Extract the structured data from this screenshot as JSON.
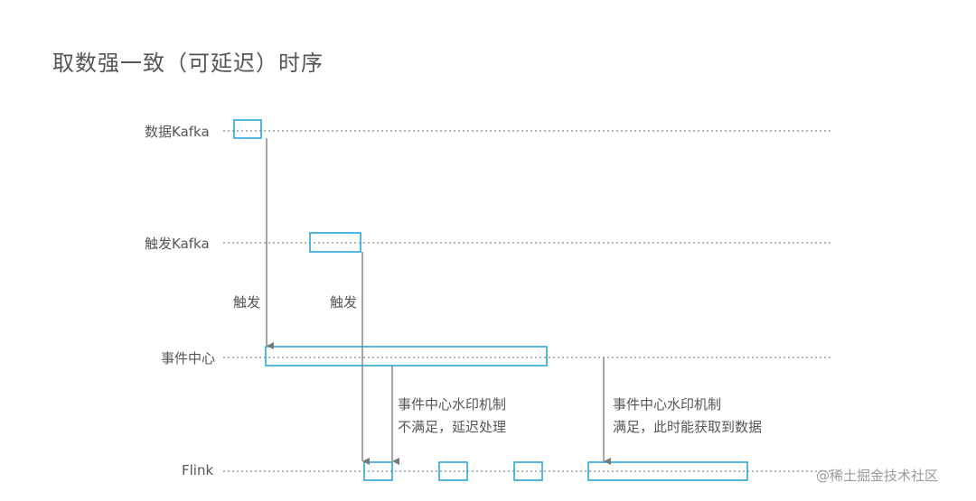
{
  "title": "取数强一致（可延迟）时序",
  "lanes": {
    "data_kafka": "数据Kafka",
    "trigger_kafka": "触发Kafka",
    "event_center": "事件中心",
    "flink": "Flink"
  },
  "trigger_labels": [
    "触发",
    "触发"
  ],
  "notes": {
    "delay": {
      "line1": "事件中心水印机制",
      "line2": "不满足，延迟处理"
    },
    "fetch": {
      "line1": "事件中心水印机制",
      "line2": "满足，此时能获取到数据"
    }
  },
  "watermark": "@稀土掘金技术社区",
  "colors": {
    "box": "#2aa7d8",
    "line": "#888888",
    "arrow": "#777777",
    "text": "#555555"
  }
}
